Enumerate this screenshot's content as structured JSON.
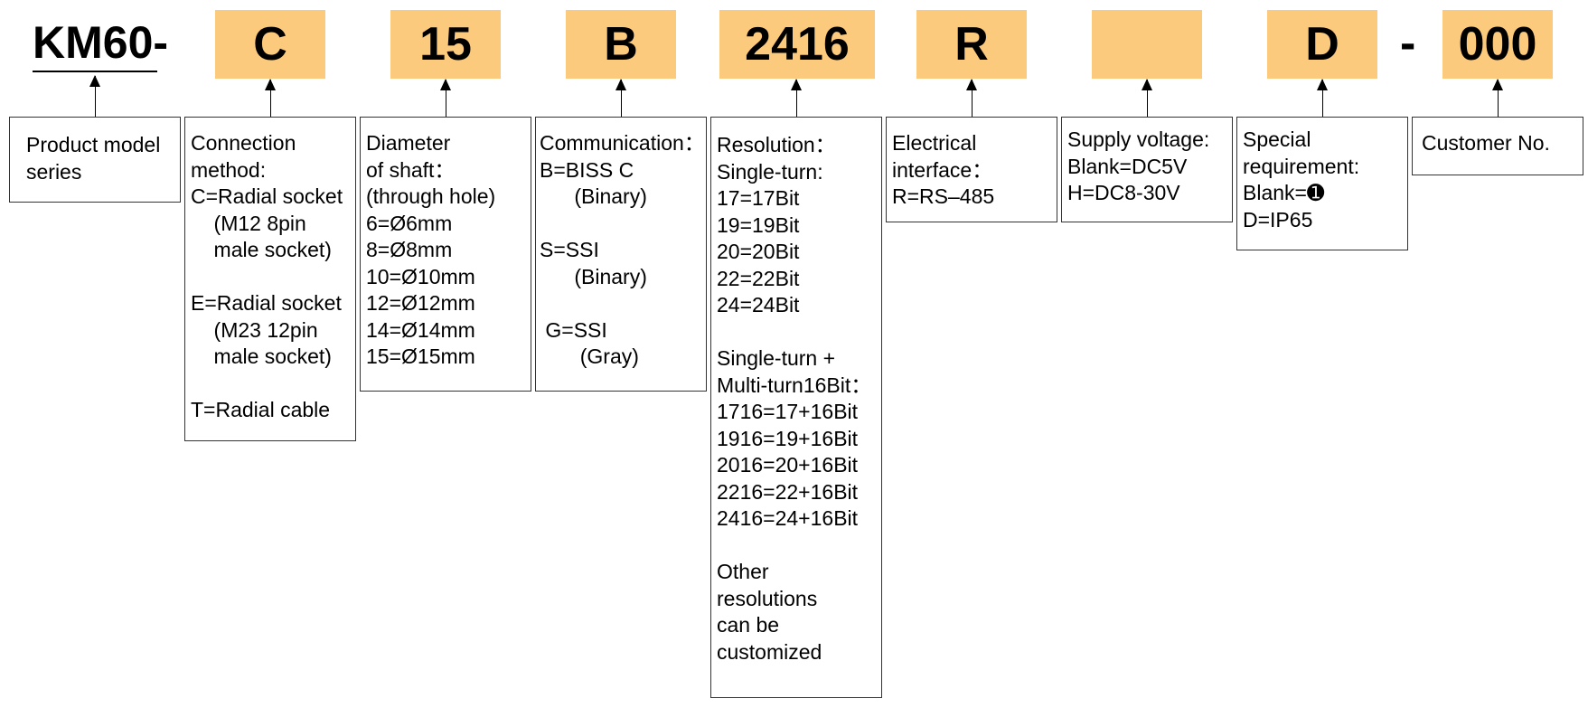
{
  "accent_color": "#fcca7c",
  "prefix": "KM60-",
  "codes": [
    {
      "id": "connection",
      "text": "C"
    },
    {
      "id": "shaft",
      "text": "15"
    },
    {
      "id": "communication",
      "text": "B"
    },
    {
      "id": "resolution",
      "text": "2416"
    },
    {
      "id": "electrical",
      "text": "R"
    },
    {
      "id": "voltage",
      "text": ""
    },
    {
      "id": "special",
      "text": "D"
    },
    {
      "id": "customer",
      "text": "000"
    }
  ],
  "separator": "-",
  "descriptions": {
    "series": "Product model\nseries",
    "connection": "Connection\nmethod:\nC=Radial socket\n    (M12 8pin\n    male socket)\n\nE=Radial socket\n    (M23 12pin\n    male socket)\n\nT=Radial cable",
    "shaft": "Diameter\nof shaft：\n(through hole)\n6=Ø6mm\n8=Ø8mm\n10=Ø10mm\n12=Ø12mm\n14=Ø14mm\n15=Ø15mm",
    "communication": "Communication：\nB=BISS C\n      (Binary)\n\nS=SSI\n      (Binary)\n\n G=SSI\n       (Gray)",
    "resolution": "Resolution：\nSingle-turn:\n17=17Bit\n19=19Bit\n20=20Bit\n22=22Bit\n24=24Bit\n\nSingle-turn +\nMulti-turn16Bit：\n1716=17+16Bit\n1916=19+16Bit\n2016=20+16Bit\n2216=22+16Bit\n2416=24+16Bit\n\nOther\nresolutions\ncan be\ncustomized",
    "electrical": "Electrical\ninterface：\nR=RS–485",
    "voltage": "Supply voltage:\nBlank=DC5V\nH=DC8-30V",
    "special": "Special\nrequirement:\nBlank=➊\nD=IP65",
    "customer": "Customer No."
  }
}
